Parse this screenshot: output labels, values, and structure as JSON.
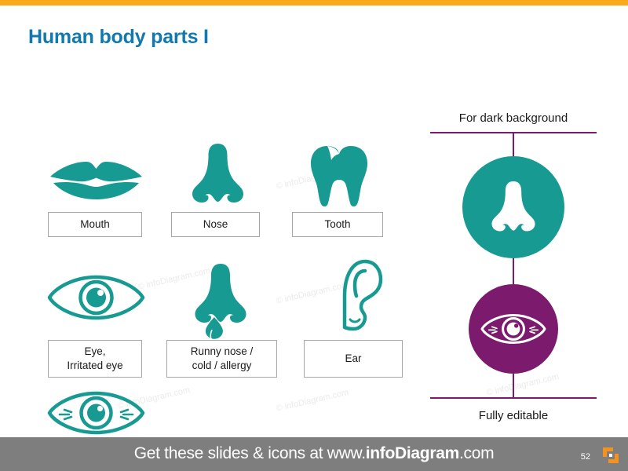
{
  "slide": {
    "title": "Human body parts I",
    "accent_top_color": "#FBAA19",
    "title_color": "#1179AE",
    "icon_teal": "#179A92",
    "icon_purple": "#7C1A6E",
    "label_border": "#A6A6A6"
  },
  "icons": [
    {
      "name": "mouth-icon",
      "label": "Mouth"
    },
    {
      "name": "nose-icon",
      "label": "Nose"
    },
    {
      "name": "tooth-icon",
      "label": "Tooth"
    },
    {
      "name": "eye-icon",
      "label": "Eye,\nIrritated eye"
    },
    {
      "name": "runny-nose-icon",
      "label": "Runny nose /\ncold / allergy"
    },
    {
      "name": "ear-icon",
      "label": "Ear"
    },
    {
      "name": "irritated-eye-icon",
      "label": ""
    }
  ],
  "labels": {
    "mouth": "Mouth",
    "nose": "Nose",
    "tooth": "Tooth",
    "eye_line1": "Eye,",
    "eye_line2": "Irritated eye",
    "runny_line1": "Runny nose /",
    "runny_line2": "cold / allergy",
    "ear": "Ear"
  },
  "dark_panel": {
    "caption_top": "For dark background",
    "caption_bottom": "Fully editable",
    "circle_top_icon": "nose-icon",
    "circle_top_color": "#179A92",
    "circle_bottom_icon": "eye-icon",
    "circle_bottom_color": "#7C1A6E",
    "rule_color": "#7C1A6E"
  },
  "watermark": {
    "text": "© infoDiagram.com"
  },
  "footer": {
    "text_before": "Get these slides & icons at www.",
    "brand": "infoDiagram",
    "text_after": ".com",
    "page_number": "52",
    "background": "#7E7E7E",
    "logo_color": "#F5911E"
  }
}
